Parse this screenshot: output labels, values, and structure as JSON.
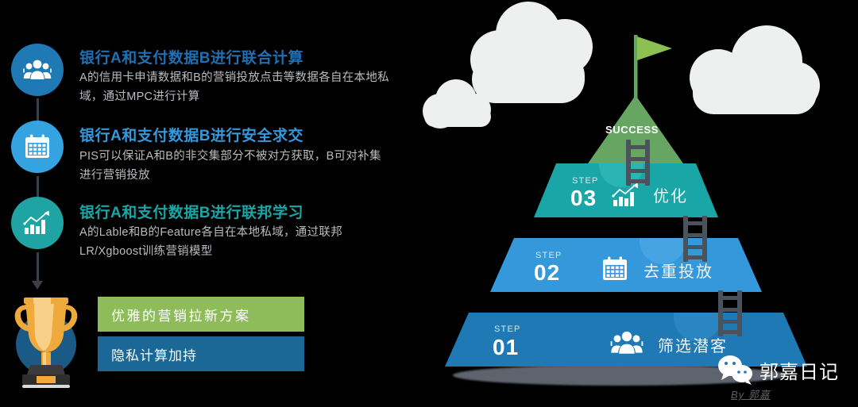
{
  "left": {
    "rows": [
      {
        "icon": "group-people-icon",
        "icon_color": "#1f79b5",
        "heading": "银行A和支付数据B进行联合计算",
        "heading_color": "#1f6fb2",
        "body": "A的信用卡申请数据和B的营销投放点击等数据各自在本地私域，通过MPC进行计算"
      },
      {
        "icon": "calendar-icon",
        "icon_color": "#35a3e0",
        "heading": "银行A和支付数据B进行安全求交",
        "heading_color": "#3498db",
        "body": "PIS可以保证A和B的非交集部分不被对方获取，B可对补集进行营销投放"
      },
      {
        "icon": "growth-chart-icon",
        "icon_color": "#20a3a3",
        "heading": "银行A和支付数据B进行联邦学习",
        "heading_color": "#1ba6a6",
        "body": "A的Lable和B的Feature各自在本地私域，通过联邦LR/Xgboost训练营销模型"
      }
    ],
    "trophy": {
      "icon": "trophy-icon",
      "cup_color": "#f2a93b",
      "cup_light": "#f8d08a",
      "base_color": "#3b3b3b",
      "circle_color": "#1b5a86"
    },
    "boxes": [
      {
        "label": "优雅的营销拉新方案",
        "color": "#8fbc5a"
      },
      {
        "label": "隐私计算加持",
        "color": "#1b6795"
      }
    ]
  },
  "pyramid": {
    "summit": {
      "label": "SUCCESS",
      "color": "#67a563",
      "flag_color": "#8cc152",
      "flag_pole_color": "#67a563"
    },
    "tiers": [
      {
        "step_label": "STEP",
        "step_number": "03",
        "title": "优化",
        "icon": "growth-chart-icon",
        "color": "#1aa6a6"
      },
      {
        "step_label": "STEP",
        "step_number": "02",
        "title": "去重投放",
        "icon": "calendar-icon",
        "color": "#3498db"
      },
      {
        "step_label": "STEP",
        "step_number": "01",
        "title": "筛选潜客",
        "icon": "group-people-icon",
        "color": "#1f79b5"
      }
    ],
    "ladder_color": "#4a525c",
    "clouds": [
      {
        "name": "cloud-small-left"
      },
      {
        "name": "cloud-large-center"
      },
      {
        "name": "cloud-right"
      }
    ],
    "shadow_color": "#5d646d"
  },
  "watermark": {
    "icon": "wechat-icon",
    "name": "郭嘉日记",
    "byline": "By 郭嘉"
  }
}
